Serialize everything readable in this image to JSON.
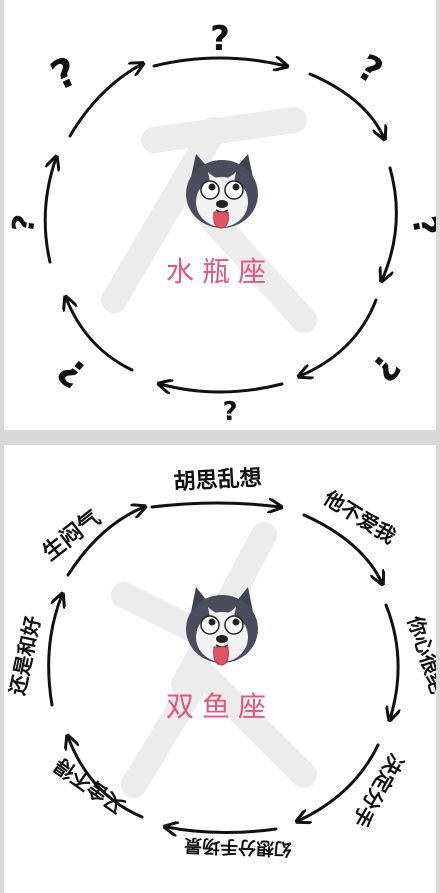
{
  "colors": {
    "label": "#e0577f",
    "arrow": "#111111",
    "watermark": "#ececec"
  },
  "aquarius": {
    "sign_name": "水瓶座",
    "center_icon": "husky-meme-face",
    "cycle_labels": [
      "?",
      "?",
      "?",
      "?",
      "?",
      "?",
      "?",
      "?"
    ]
  },
  "pisces": {
    "sign_name": "双鱼座",
    "center_icon": "husky-meme-face",
    "cycle_labels": [
      "胡思乱想",
      "他不爱我",
      "你心很绝",
      "决定分手",
      "幻想分手场景",
      "又舍不得",
      "还是和好",
      "生闷气"
    ]
  }
}
